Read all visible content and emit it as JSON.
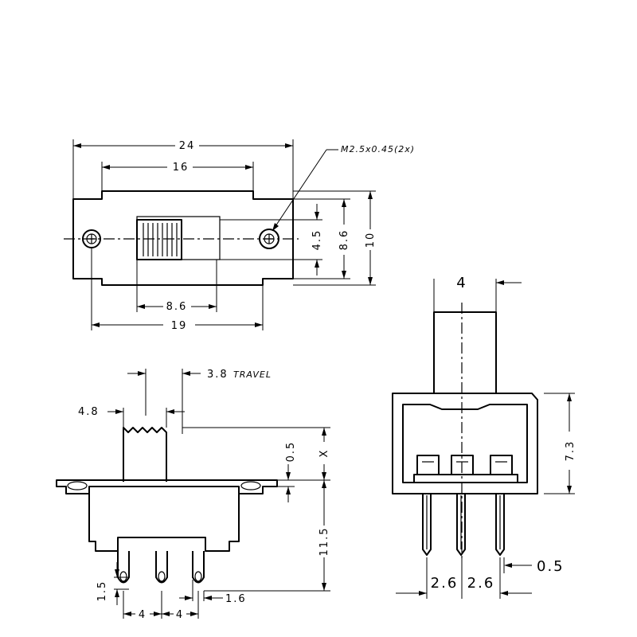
{
  "top_view": {
    "dim_overall_length": "24",
    "dim_hole_spacing": "16",
    "dim_slot_width": "8.6",
    "dim_body_length": "19",
    "dim_knob_height": "4.5",
    "dim_body_height": "8.6",
    "dim_overall_height": "10",
    "thread_callout": "M2.5x0.45(2x)"
  },
  "front_view": {
    "dim_knob_width": "4.8",
    "dim_travel": "3.8",
    "travel_label": "TRAVEL",
    "dim_flange": "0.5",
    "dim_x": "X",
    "dim_body_height": "11.5",
    "dim_pin_length": "1.5",
    "dim_pitch_1": "4",
    "dim_pitch_2": "4",
    "dim_pin_width": "1.6"
  },
  "side_view": {
    "dim_knob_width": "4",
    "dim_body_height": "7.3",
    "dim_pin_thickness": "0.5",
    "dim_pitch_1": "2.6",
    "dim_pitch_2": "2.6"
  }
}
